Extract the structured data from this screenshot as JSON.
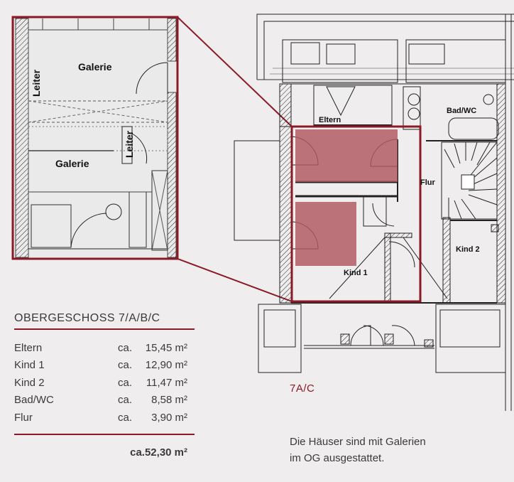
{
  "inset": {
    "labels": {
      "galerie_top": "Galerie",
      "galerie_bottom": "Galerie",
      "leiter_left": "Leiter",
      "leiter_right": "Leiter"
    }
  },
  "plan": {
    "rooms": {
      "eltern": "Eltern",
      "bad_wc": "Bad/WC",
      "flur": "Flur",
      "kind1": "Kind 1",
      "kind2": "Kind 2"
    },
    "unit_label": "7A/C"
  },
  "legend": {
    "title": "OBERGESCHOSS 7/A/B/C",
    "rows": [
      {
        "room": "Eltern",
        "ca": "ca.",
        "area": "15,45 m²"
      },
      {
        "room": "Kind 1",
        "ca": "ca.",
        "area": "12,90 m²"
      },
      {
        "room": "Kind 2",
        "ca": "ca.",
        "area": "11,47 m²"
      },
      {
        "room": "Bad/WC",
        "ca": "ca.",
        "area": "8,58 m²"
      },
      {
        "room": "Flur",
        "ca": "ca.",
        "area": "3,90 m²"
      }
    ],
    "total": "ca.52,30 m²"
  },
  "note": {
    "line1": "Die Häuser sind mit Galerien",
    "line2": "im OG ausgestattet."
  },
  "colors": {
    "accent": "#8b1a28",
    "highlight": "#b0575f",
    "background": "#efeded"
  }
}
